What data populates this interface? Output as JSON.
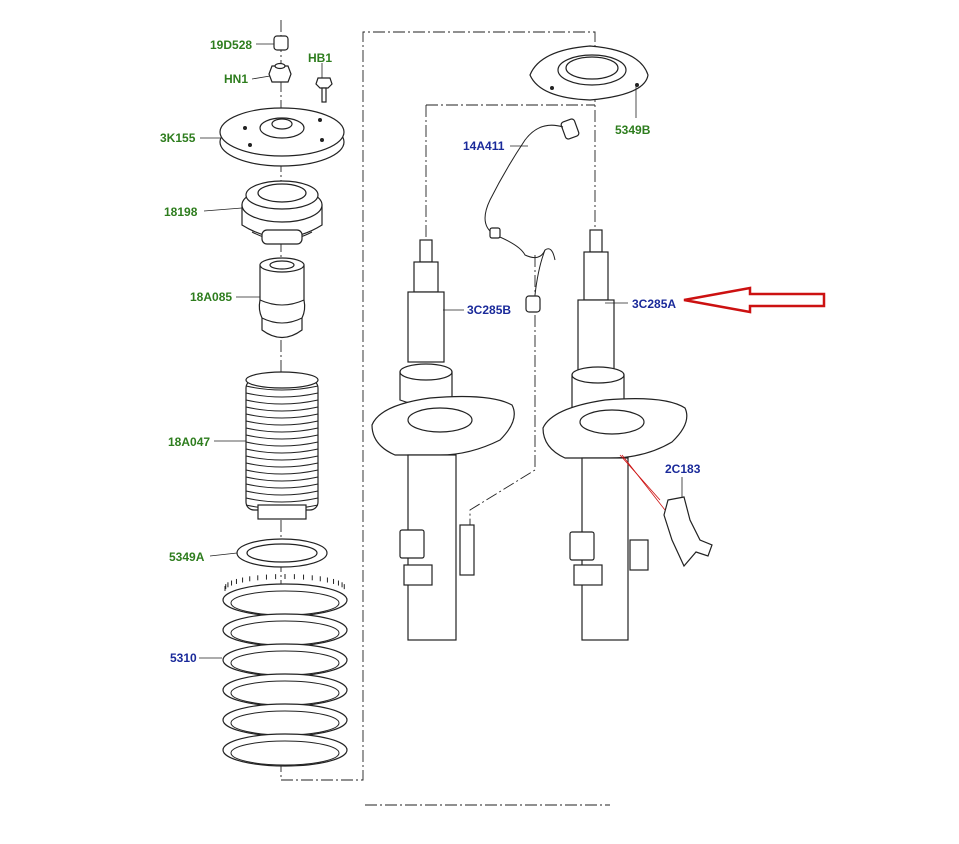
{
  "labels": {
    "p19D528": "19D528",
    "pHB1": "HB1",
    "pHN1": "HN1",
    "p3K155": "3K155",
    "p18198": "18198",
    "p18A085": "18A085",
    "p18A047": "18A047",
    "p5349A": "5349A",
    "p5310": "5310",
    "p14A411": "14A411",
    "p5349B": "5349B",
    "p3C285B": "3C285B",
    "p3C285A": "3C285A",
    "p2C183": "2C183"
  },
  "colors": {
    "green_label": "#2e7d1e",
    "blue_label": "#1a2a9a",
    "arrow": "#cc1111",
    "line": "#222222"
  }
}
